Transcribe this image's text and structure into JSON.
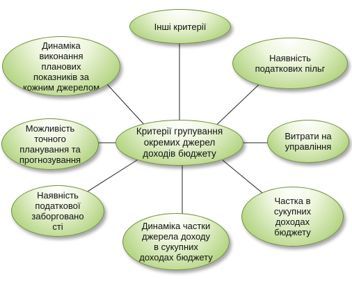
{
  "center": {
    "label": "Критерії групування\nокремих джерел\nдоходів бюджету"
  },
  "nodes": {
    "other": "Інші критерії",
    "tax_benefits": "Наявність\nподаткових пільг",
    "mgmt_costs": "Витрати на\nуправління",
    "share": "Частка в\nсукупних\nдоходах\nбюджету",
    "dynamics_share": "Динаміка частки\nджерела доходу\nв сукупних\nдоходах бюджету",
    "tax_debt": "Наявність\nподаткової\nзаборговано\nсті",
    "planning": "Можливість\nточного\nпланування та\nпрогнозування",
    "plan_dynamics": "Динаміка\nвиконання\nпланових\nпоказників за\nкожним джерелом"
  }
}
